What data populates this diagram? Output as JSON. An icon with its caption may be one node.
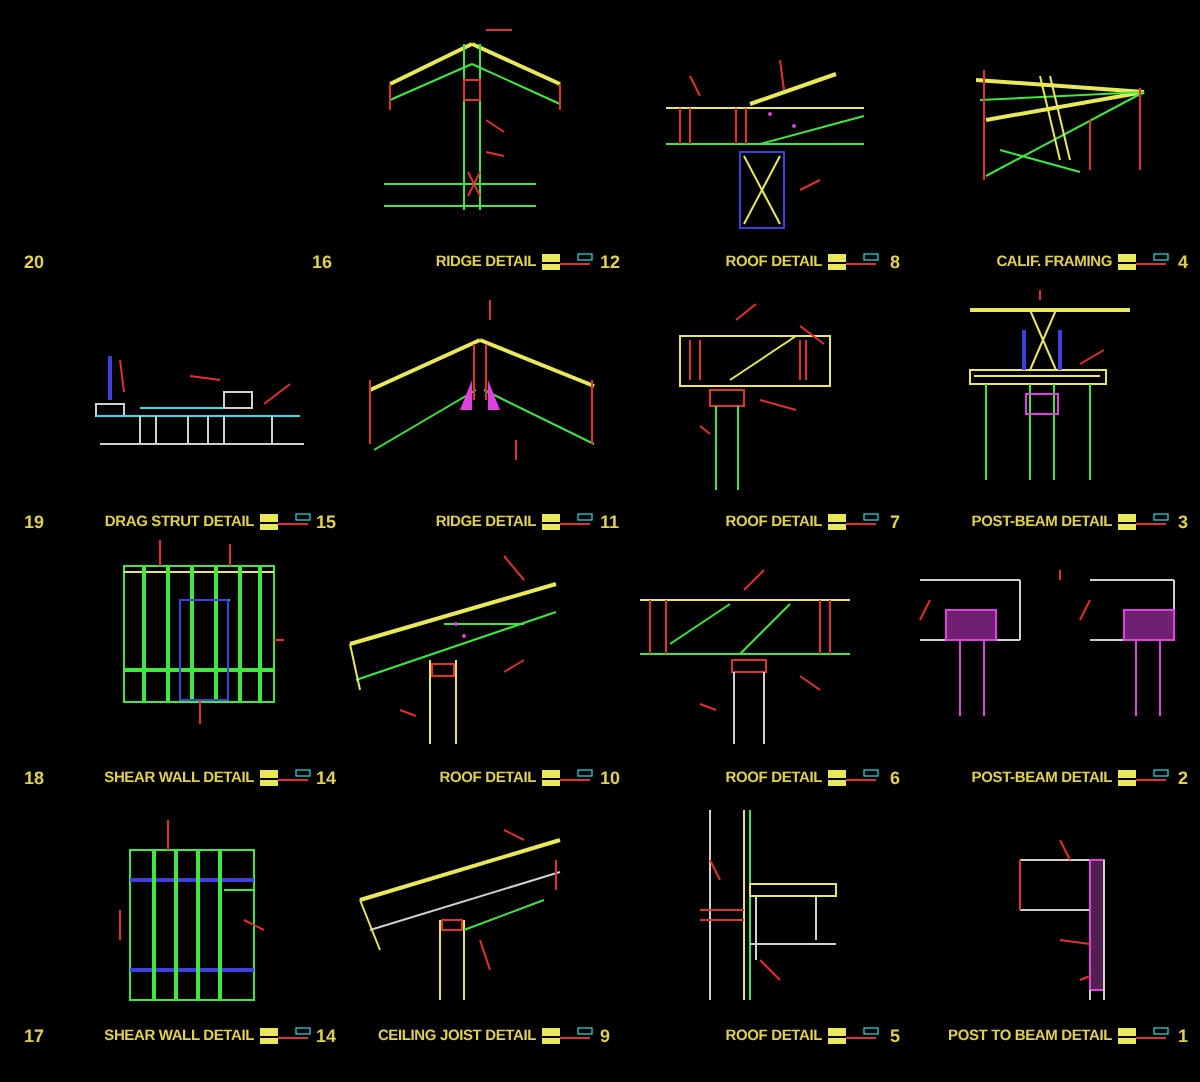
{
  "diagram": {
    "labels": [
      "20",
      "16",
      "RIDGE DETAIL",
      "12",
      "ROOF DETAIL",
      "8",
      "CALIF. FRAMING",
      "4",
      "19",
      "DRAG STRUT DETAIL",
      "15",
      "RIDGE DETAIL",
      "11",
      "ROOF DETAIL",
      "7",
      "POST-BEAM DETAIL",
      "3",
      "18",
      "SHEAR WALL DETAIL",
      "14",
      "ROOF DETAIL",
      "10",
      "ROOF DETAIL",
      "6",
      "POST-BEAM DETAIL",
      "2",
      "17",
      "SHEAR WALL DETAIL",
      "14",
      "CEILING JOIST DETAIL",
      "9",
      "ROOF DETAIL",
      "5",
      "POST TO BEAM DETAIL",
      "1"
    ]
  }
}
